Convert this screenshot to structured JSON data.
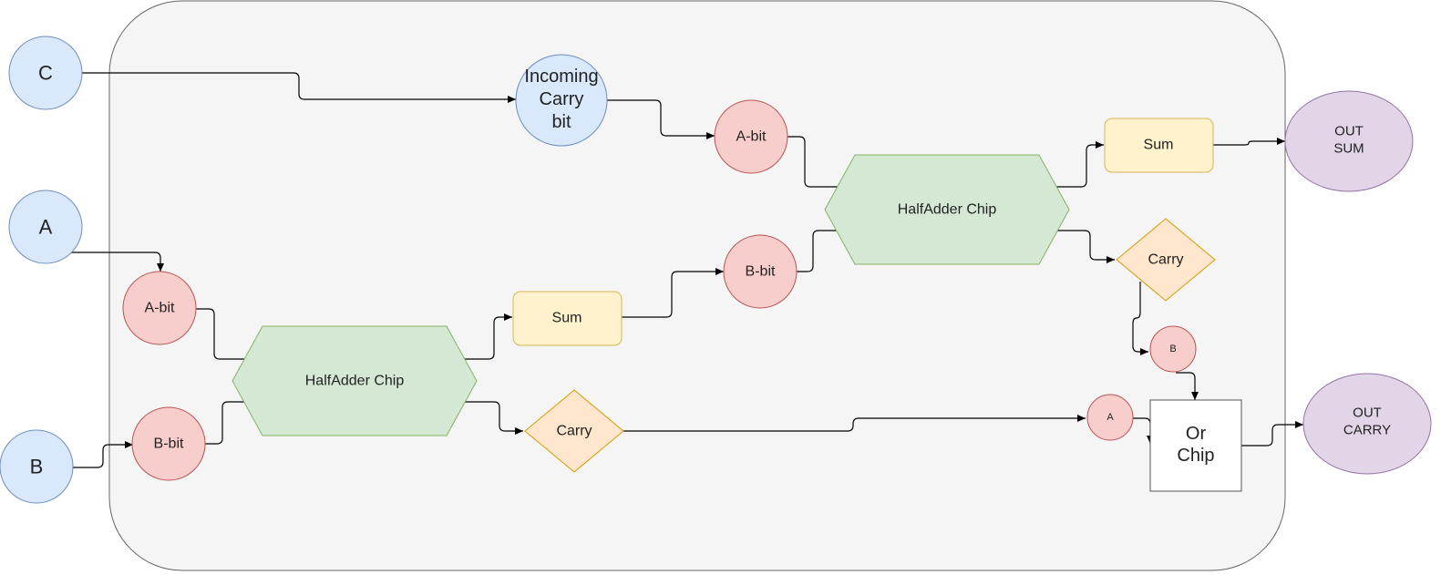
{
  "colors": {
    "container_fill": "#f5f5f5",
    "container_stroke": "#666666",
    "input_fill": "#dae8fc",
    "input_stroke": "#6c8ebf",
    "bit_fill": "#f8cecc",
    "bit_stroke": "#b85450",
    "chip_fill": "#d5e8d4",
    "chip_stroke": "#82b366",
    "sum_fill": "#fff2cc",
    "sum_stroke": "#d6b656",
    "carry_fill": "#ffe6cc",
    "carry_stroke": "#d79b00",
    "out_fill": "#e1d5e7",
    "out_stroke": "#9673a6",
    "or_fill": "#ffffff",
    "or_stroke": "#555555"
  },
  "nodes": {
    "input_c": "C",
    "input_a": "A",
    "input_b": "B",
    "incoming_carry": [
      "Incoming",
      "Carry",
      "bit"
    ],
    "ha1_a_bit": "A-bit",
    "ha1_b_bit": "B-bit",
    "ha1_chip": "HalfAdder Chip",
    "ha1_sum": "Sum",
    "ha1_carry": "Carry",
    "ha2_a_bit": "A-bit",
    "ha2_b_bit": "B-bit",
    "ha2_chip": "HalfAdder Chip",
    "ha2_sum": "Sum",
    "ha2_carry": "Carry",
    "or_a": "A",
    "or_b": "B",
    "or_chip": [
      "Or",
      "Chip"
    ],
    "out_sum": [
      "OUT",
      "SUM"
    ],
    "out_carry": [
      "OUT",
      "CARRY"
    ]
  }
}
